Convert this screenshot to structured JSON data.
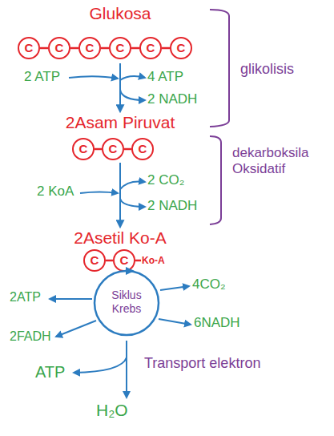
{
  "diagram": {
    "nodes": [
      {
        "text": [
          "Glukosa"
        ]
      },
      {
        "text": [
          "C"
        ],
        "in": 0
      },
      {
        "text": [
          "C"
        ],
        "in": 0
      },
      {
        "text": [
          "C"
        ],
        "in": 0
      },
      {
        "text": [
          "C"
        ],
        "in": 0
      },
      {
        "text": [
          "C"
        ],
        "in": 0
      },
      {
        "text": [
          "C"
        ],
        "in": 0
      },
      {
        "text": [
          "2Asam Piruvat"
        ]
      },
      {
        "text": [
          "C"
        ],
        "in": 7
      },
      {
        "text": [
          "C"
        ],
        "in": 7
      },
      {
        "text": [
          "C"
        ],
        "in": 7
      },
      {
        "text": [
          "2Asetil Ko-A",
          "Ko-A"
        ]
      },
      {
        "text": [
          "C"
        ],
        "in": 11
      },
      {
        "text": [
          "C"
        ],
        "in": 11
      },
      {
        "text": [
          "Siklus Krebs"
        ]
      }
    ],
    "edges": [
      {
        "from": 1,
        "to": 2,
        "arrow": "none"
      },
      {
        "from": 2,
        "to": 3,
        "arrow": "none"
      },
      {
        "from": 3,
        "to": 4,
        "arrow": "none"
      },
      {
        "from": 4,
        "to": 5,
        "arrow": "none"
      },
      {
        "from": 5,
        "to": 6,
        "arrow": "none"
      },
      {
        "from": 8,
        "to": 9,
        "arrow": "none"
      },
      {
        "from": 9,
        "to": 10,
        "arrow": "none"
      },
      {
        "from": 12,
        "to": 13,
        "arrow": "none"
      },
      {
        "from": 0,
        "to": 7,
        "arrow": "to"
      },
      {
        "from": 7,
        "to": 11,
        "arrow": "to"
      }
    ],
    "labels": [
      "2 ATP",
      "4 ATP",
      "2 NADH",
      "glikolisis",
      "2 KoA",
      "2 CO₂",
      "2 NADH",
      "dekarboksila Oksidatif",
      "2ATP",
      "4CO₂",
      "6NADH",
      "2FADH",
      "ATP",
      "Transport elektron",
      "H₂O"
    ]
  }
}
